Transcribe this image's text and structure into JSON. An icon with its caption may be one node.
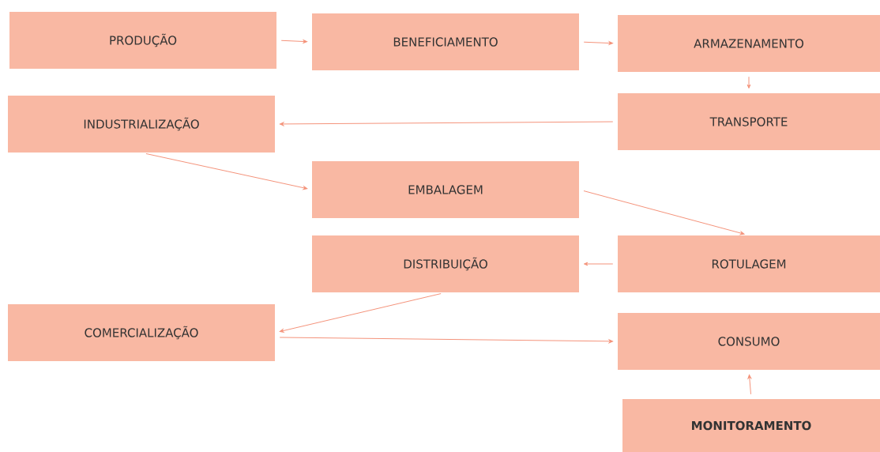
{
  "diagram": {
    "nodes": [
      {
        "text": [
          "PRODUÇÃO"
        ]
      },
      {
        "text": [
          "BENEFICIAMENTO"
        ]
      },
      {
        "text": [
          "ARMAZENAMENTO"
        ]
      },
      {
        "text": [
          "TRANSPORTE"
        ]
      },
      {
        "text": [
          "INDUSTRIALIZAÇÃO"
        ]
      },
      {
        "text": [
          "EMBALAGEM"
        ]
      },
      {
        "text": [
          "DISTRIBUIÇÃO"
        ]
      },
      {
        "text": [
          "ROTULAGEM"
        ]
      },
      {
        "text": [
          "COMERCIALIZAÇÃO"
        ]
      },
      {
        "text": [
          "CONSUMO"
        ]
      },
      {
        "text": [
          "**MONITORAMENTO**"
        ]
      }
    ],
    "edges": [
      {
        "from": 0,
        "to": 1,
        "arrow": "to"
      },
      {
        "from": 1,
        "to": 2,
        "arrow": "to"
      },
      {
        "from": 2,
        "to": 3,
        "arrow": "to"
      },
      {
        "from": 3,
        "to": 4,
        "arrow": "to"
      },
      {
        "from": 4,
        "to": 5,
        "arrow": "to"
      },
      {
        "from": 5,
        "to": 7,
        "arrow": "to"
      },
      {
        "from": 7,
        "to": 6,
        "arrow": "to"
      },
      {
        "from": 6,
        "to": 8,
        "arrow": "to"
      },
      {
        "from": 8,
        "to": 9,
        "arrow": "to"
      },
      {
        "from": 10,
        "to": 9,
        "arrow": "to"
      }
    ]
  }
}
